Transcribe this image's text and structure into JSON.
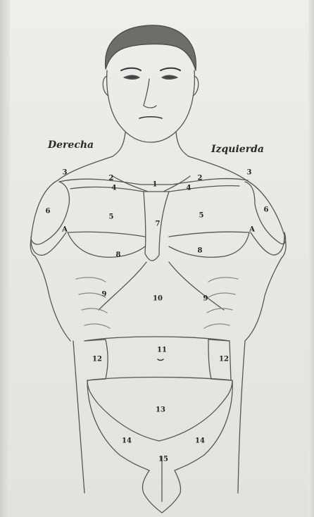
{
  "labels": {
    "right_side": "Derecha",
    "left_side": "Izquierda"
  },
  "regions": [
    {
      "id": "r3r",
      "text": "3"
    },
    {
      "id": "r2r",
      "text": "2"
    },
    {
      "id": "r1",
      "text": "1"
    },
    {
      "id": "r2l",
      "text": "2"
    },
    {
      "id": "r3l",
      "text": "3"
    },
    {
      "id": "r4r",
      "text": "4"
    },
    {
      "id": "r4l",
      "text": "4"
    },
    {
      "id": "r6r",
      "text": "6"
    },
    {
      "id": "r5r",
      "text": "5"
    },
    {
      "id": "r5l",
      "text": "5"
    },
    {
      "id": "r6l",
      "text": "6"
    },
    {
      "id": "r7",
      "text": "7"
    },
    {
      "id": "rAr",
      "text": "A"
    },
    {
      "id": "rAl",
      "text": "A"
    },
    {
      "id": "r8r",
      "text": "8"
    },
    {
      "id": "r8l",
      "text": "8"
    },
    {
      "id": "r9r",
      "text": "9"
    },
    {
      "id": "r10",
      "text": "10"
    },
    {
      "id": "r9l",
      "text": "9"
    },
    {
      "id": "r11",
      "text": "11"
    },
    {
      "id": "r12r",
      "text": "12"
    },
    {
      "id": "r12l",
      "text": "12"
    },
    {
      "id": "r13",
      "text": "13"
    },
    {
      "id": "r14r",
      "text": "14"
    },
    {
      "id": "r14l",
      "text": "14"
    },
    {
      "id": "r15",
      "text": "15"
    }
  ]
}
